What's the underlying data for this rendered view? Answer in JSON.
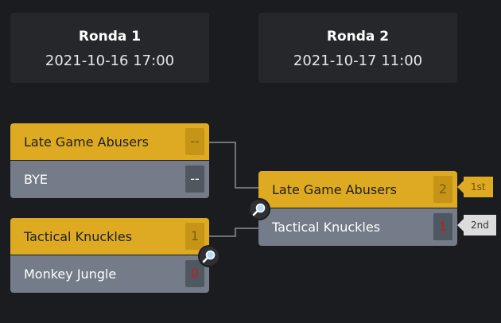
{
  "rounds": [
    {
      "title": "Ronda 1",
      "date": "2021-10-16 17:00"
    },
    {
      "title": "Ronda 2",
      "date": "2021-10-17 11:00"
    }
  ],
  "matches": [
    {
      "top": {
        "name": "Late Game Abusers",
        "score": "--"
      },
      "bottom": {
        "name": "BYE",
        "score": "--"
      }
    },
    {
      "top": {
        "name": "Tactical Knuckles",
        "score": "1"
      },
      "bottom": {
        "name": "Monkey Jungle",
        "score": "0"
      }
    },
    {
      "top": {
        "name": "Late Game Abusers",
        "score": "2"
      },
      "bottom": {
        "name": "Tactical Knuckles",
        "score": "1"
      }
    }
  ],
  "placements": {
    "first": "1st",
    "second": "2nd"
  },
  "icons": {
    "match_details": "magnifier-icon"
  },
  "colors": {
    "background": "#1b1c1f",
    "winner": "#deaa22",
    "loser": "#737c88",
    "loss_score": "#c01f1f"
  }
}
